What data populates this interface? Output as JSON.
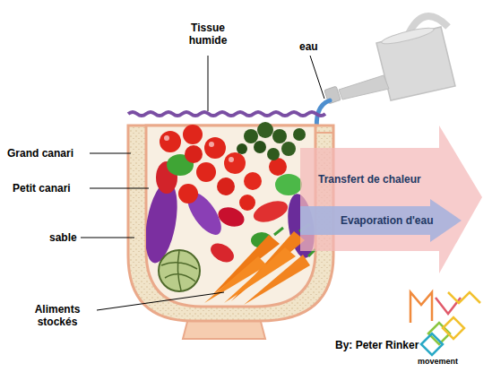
{
  "diagram": {
    "nodes": [
      {
        "text": [
          "Transfert de chaleur"
        ]
      },
      {
        "text": [
          "Evaporation d'eau"
        ],
        "in": 0
      }
    ],
    "labels": [
      "Tissue humide",
      "eau",
      "Grand canari",
      "Petit canari",
      "sable",
      "Aliments stockés",
      "By: Peter Rinker",
      "movement"
    ]
  }
}
